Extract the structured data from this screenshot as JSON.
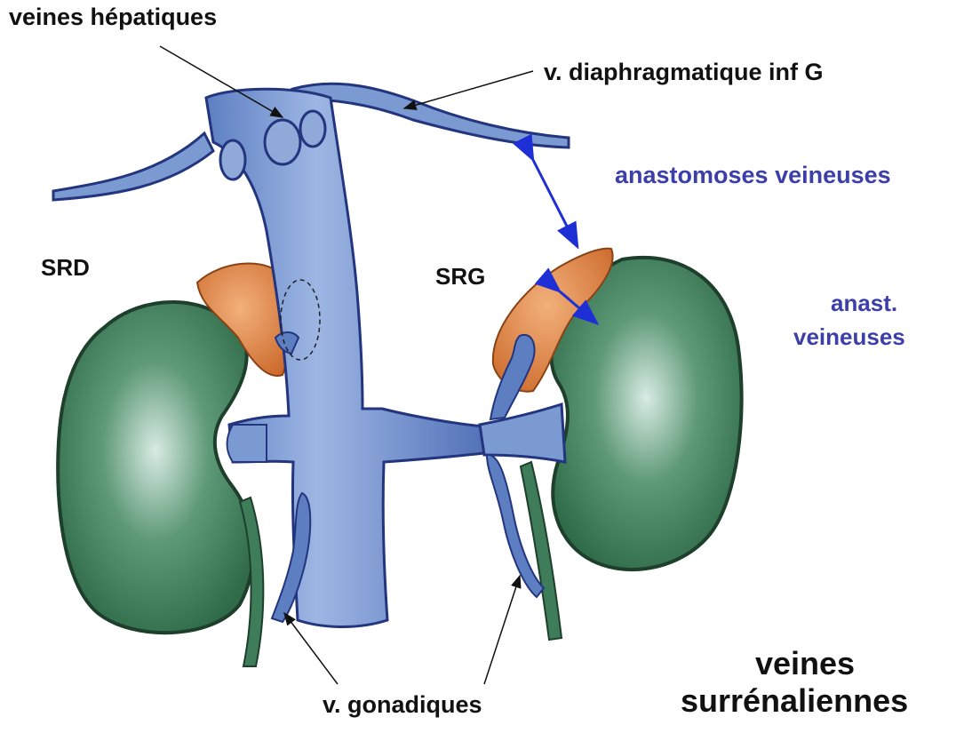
{
  "labels": {
    "hepatic_veins": "veines hépatiques",
    "inferior_phrenic": "v. diaphragmatique inf G",
    "anastomoses": "anastomoses veineuses",
    "srd": "SRD",
    "srg": "SRG",
    "anast_short_line1": "anast.",
    "anast_short_line2": "veineuses",
    "gonadal": "v. gonadiques",
    "caption_line1": "veines",
    "caption_line2": "surrénaliennes"
  },
  "colors": {
    "vein_blue": "#7b9ad1",
    "vein_outline": "#23357e",
    "kidney_green": "#3f7c5a",
    "adrenal_orange": "#d97a3c",
    "arrow_blue": "#1f2fd6",
    "label_blue": "#3c3fa8"
  }
}
